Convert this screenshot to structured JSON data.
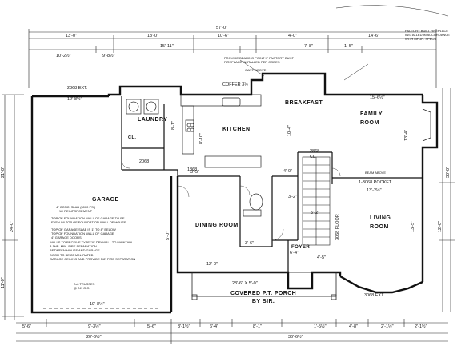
{
  "rooms": {
    "laundry": "LAUNDRY",
    "kitchen": "KITCHEN",
    "breakfast": "BREAKFAST",
    "family_room": "FAMILY\nROOM",
    "garage": "GARAGE",
    "dining_room": "DINING ROOM",
    "living_room": "LIVING\nROOM",
    "foyer": "FOYER",
    "porch": "COVERED P.T. PORCH\nBY BIR.",
    "porch_size": "23'-6\" X 5'-0\"",
    "cl": "CL."
  },
  "dims_top": {
    "overall": "57'-0\"",
    "seg1": "13'-0\"",
    "seg2": "13'-0\"",
    "seg3": "10'-6\"",
    "seg4": "4'-0\"",
    "seg5": "14'-6\"",
    "r2a": "10'-2½\"",
    "r2b": "9'-8½\"",
    "r2c": "15'-11\"",
    "r2d": "7'-8\"",
    "r2e": "1'-5\""
  },
  "dims_bottom": {
    "overall": "36'-6½\"",
    "garage": "20'-6½\"",
    "b1": "5'-6\"",
    "b2": "9'-3½\"",
    "b3": "5'-6\"",
    "b4": "3'-1½\"",
    "b5": "6'-4\"",
    "b6": "8'-1\"",
    "b7": "1'-5½\"",
    "b8": "4'-8\"",
    "b9": "2'-1½\"",
    "b10": "2'-1½\""
  },
  "dims_side": {
    "l1": "21'-0\"",
    "l2": "24'-0\"",
    "l3": "11'-0\"",
    "r1": "30'-0\"",
    "r2": "12'-0\""
  },
  "labels": {
    "ext_2868": "2868 EXT.",
    "garage_depth": "12'-8½\"",
    "garage_inner": "19'-8½\"",
    "laundry_w": "8'-1\"",
    "kitchen_h": "8'-10\"",
    "breakfast_h": "10'-4\"",
    "family_w": "15'-6½\"",
    "family_h": "13'-4\"",
    "living_w": "13'-2½\"",
    "living_h": "13'-5\"",
    "dining_w": "12'-0\"",
    "foyer_w": "6'-4\"",
    "cl_2868": "2868\nCL.",
    "cl_2068": "2068",
    "door_1868": "1868",
    "bay_3068": "3068 FLOOR",
    "pocket": "1-3068 POCKET",
    "ext_3068": "3068 EXT.",
    "coffer": "COFFER 3½",
    "d1": "3'-5\"",
    "d2": "4'-0\"",
    "d3": "3'-2\"",
    "d4": "5'-2\"",
    "d5": "5'-0\"",
    "d6": "3'-6\"",
    "d7": "4'-5\""
  },
  "notes": {
    "garage_slab": "4\" CONC. SLAB (3000 PSI)\nW/ REINFORCEMENT",
    "garage_top": "TOP OF FOUNDATION WALL OF GARAGE TO BE\nEVEN W/ TOP OF FOUNDATION WALL OF HOUSE",
    "garage_slope": "TOP OF GARAGE SLAB IS 1\" TO 8\" BELOW\nTOP OF FOUNDATION WALL OF GARAGE\n4\" GARAGE DOORS",
    "garage_wall": "WALLS TO RECEIVE TYPE \"X\" DRYWALL TO MAINTAIN\nA 1HR. MIN. FIRE SEPARATION\nBETWEEN HOUSE AND GARAGE\nDOOR TO BE 20 MIN. RATED\nGARAGE CEILING AND PROVIDE 5/8\" FIRE SEPARATION",
    "top_note": "PROVIDE BEARING POINT IF FACTORY BUILT\nFIREPLACE INSTALLED PER CODES",
    "cantilever": "CANT. ABOVE",
    "trusses": "2x6 TRUSSES\n@ 24\" O.C.",
    "factory": "FACTORY BUILT FIREPLACE\nINSTALLED IN ACCORDANCE\nWITH MFGR. SPECS",
    "beam_above": "BEAM ABOVE"
  }
}
